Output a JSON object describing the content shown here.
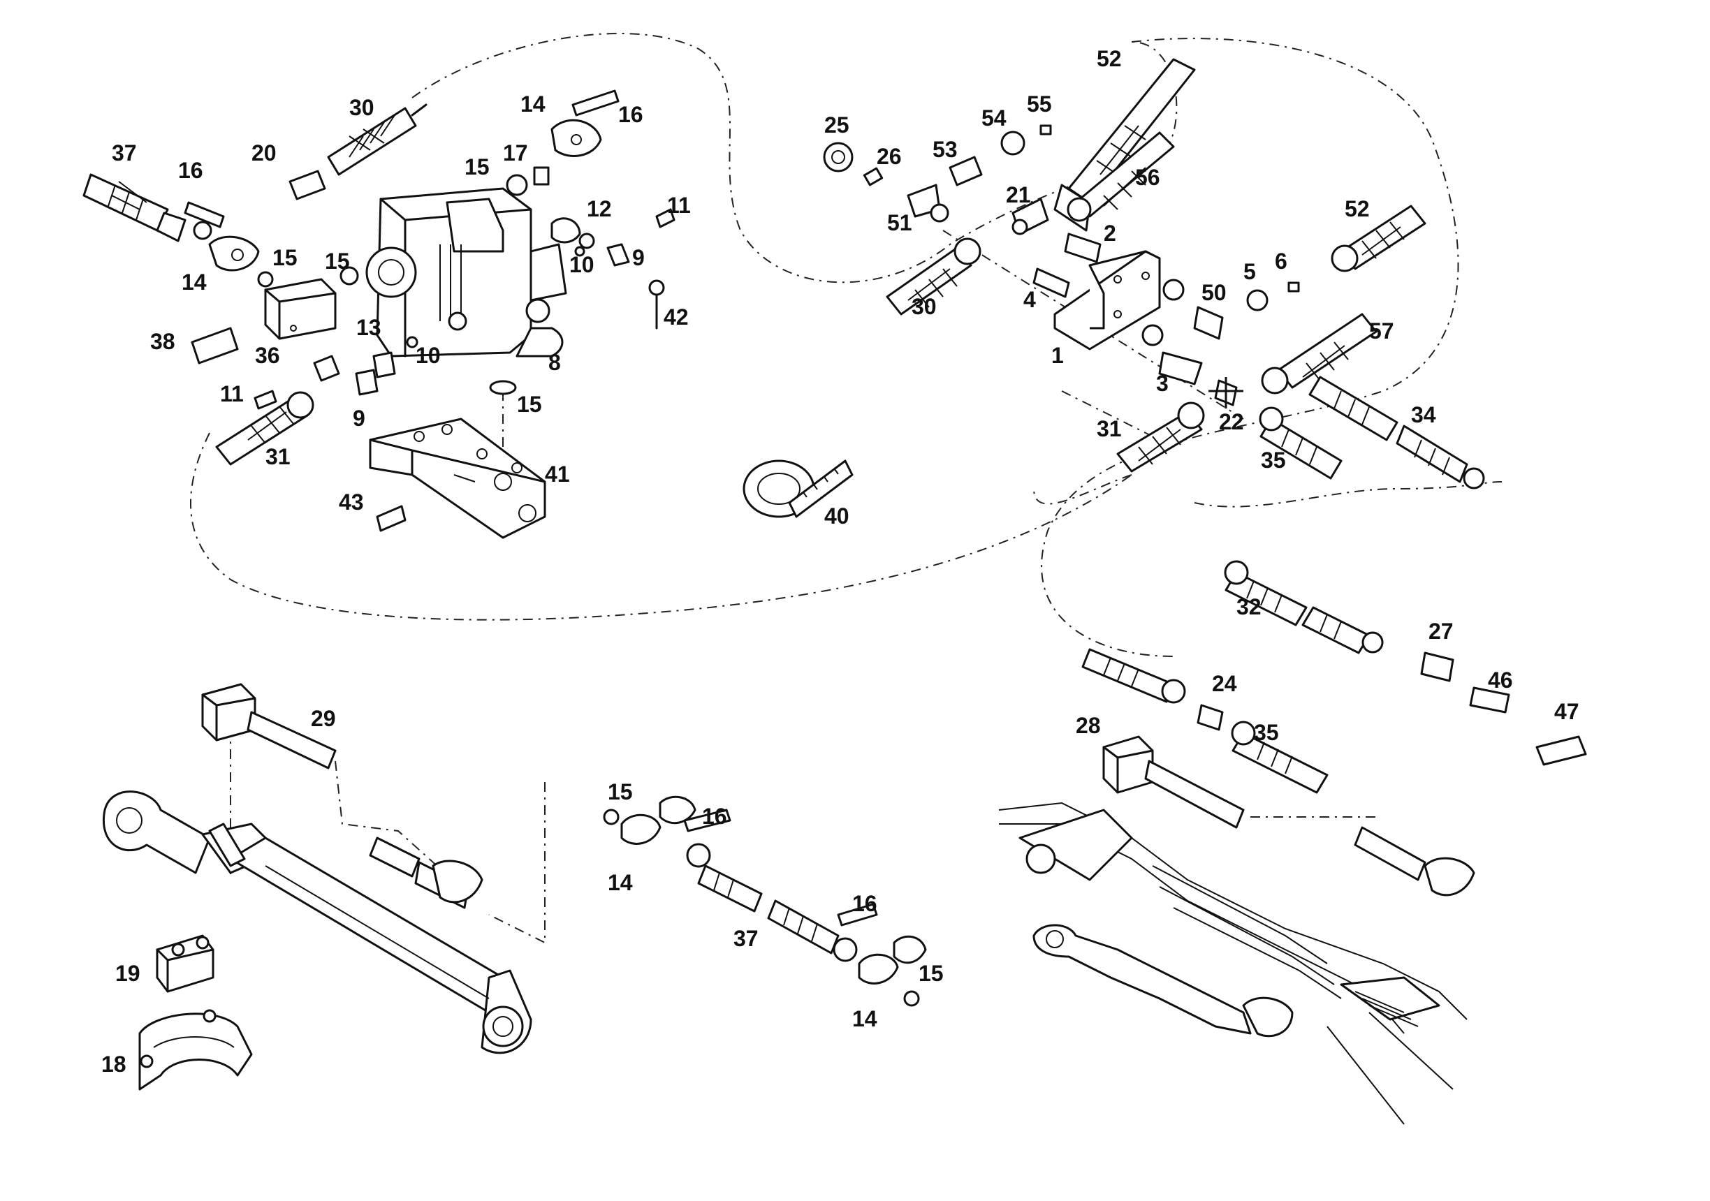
{
  "part_labels": [
    "37",
    "16",
    "30",
    "20",
    "14",
    "16",
    "15",
    "17",
    "11",
    "12",
    "10",
    "9",
    "14",
    "15",
    "15",
    "38",
    "36",
    "13",
    "10",
    "8",
    "42",
    "11",
    "9",
    "31",
    "15",
    "41",
    "43",
    "40",
    "25",
    "26",
    "53",
    "54",
    "55",
    "52",
    "56",
    "21",
    "51",
    "2",
    "52",
    "30",
    "4",
    "1",
    "50",
    "5",
    "6",
    "57",
    "3",
    "22",
    "31",
    "34",
    "35",
    "32",
    "27",
    "24",
    "46",
    "35",
    "47",
    "28",
    "29",
    "15",
    "16",
    "14",
    "16",
    "37",
    "15",
    "14",
    "19",
    "18"
  ]
}
